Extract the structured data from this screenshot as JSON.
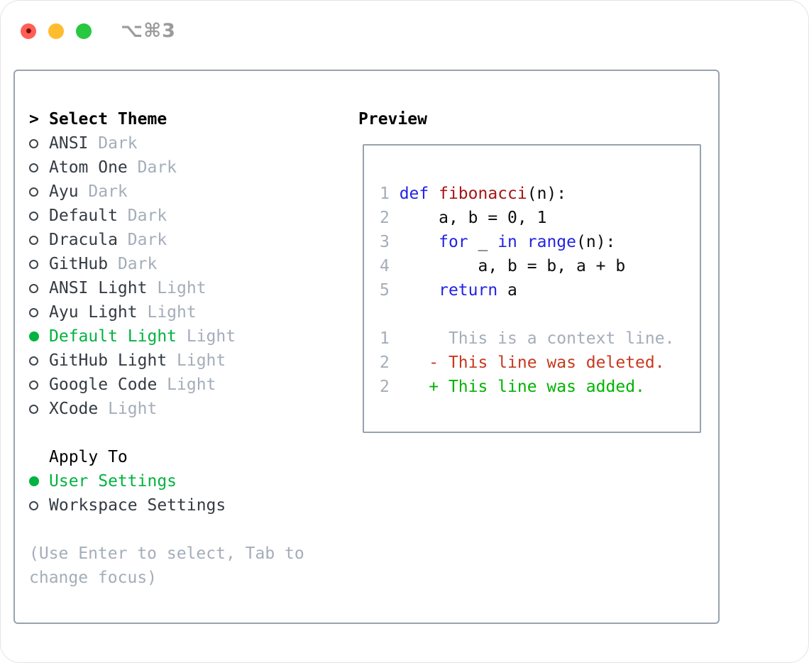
{
  "window": {
    "title": "⌥⌘3",
    "traffic_lights": [
      "close",
      "minimize",
      "zoom"
    ]
  },
  "colors": {
    "selected_green": "#00b341",
    "added_green": "#00b300",
    "deleted_red": "#c6391f",
    "function_maroon": "#a81414",
    "keyword_blue": "#2323e6",
    "muted_gray": "#a4adb9",
    "panel_border_gray": "#99a2ae",
    "traffic_red": "#ff5f57",
    "traffic_yellow": "#febc2e",
    "traffic_green": "#28c840"
  },
  "picker": {
    "prompt": ">",
    "title": "Select Theme",
    "items": [
      {
        "label": "ANSI",
        "tag": "Dark",
        "selected": false
      },
      {
        "label": "Atom One",
        "tag": "Dark",
        "selected": false
      },
      {
        "label": "Ayu",
        "tag": "Dark",
        "selected": false
      },
      {
        "label": "Default",
        "tag": "Dark",
        "selected": false
      },
      {
        "label": "Dracula",
        "tag": "Dark",
        "selected": false
      },
      {
        "label": "GitHub",
        "tag": "Dark",
        "selected": false
      },
      {
        "label": "ANSI Light",
        "tag": "Light",
        "selected": false
      },
      {
        "label": "Ayu Light",
        "tag": "Light",
        "selected": false
      },
      {
        "label": "Default Light",
        "tag": "Light",
        "selected": true
      },
      {
        "label": "GitHub Light",
        "tag": "Light",
        "selected": false
      },
      {
        "label": "Google Code",
        "tag": "Light",
        "selected": false
      },
      {
        "label": "XCode",
        "tag": "Light",
        "selected": false
      }
    ],
    "apply_to": {
      "title": "Apply To",
      "options": [
        {
          "label": "User Settings",
          "selected": true
        },
        {
          "label": "Workspace Settings",
          "selected": false
        }
      ]
    },
    "hint": "(Use Enter to select, Tab to change focus)"
  },
  "preview": {
    "title": "Preview",
    "lines": [
      {
        "num": "1",
        "tokens": [
          [
            "def",
            "kw"
          ],
          [
            " ",
            "pl"
          ],
          [
            "fibonacci",
            "fn"
          ],
          [
            "(n):",
            "pl"
          ]
        ]
      },
      {
        "num": "2",
        "tokens": [
          [
            "    a, b = 0, 1",
            "pl"
          ]
        ]
      },
      {
        "num": "3",
        "tokens": [
          [
            "    ",
            "pl"
          ],
          [
            "for",
            "kw"
          ],
          [
            " _ ",
            "pl"
          ],
          [
            "in",
            "kw"
          ],
          [
            " ",
            "pl"
          ],
          [
            "range",
            "kw"
          ],
          [
            "(n):",
            "pl"
          ]
        ]
      },
      {
        "num": "4",
        "tokens": [
          [
            "        a, b = b, a + b",
            "pl"
          ]
        ]
      },
      {
        "num": "5",
        "tokens": [
          [
            "    ",
            "pl"
          ],
          [
            "return",
            "kw"
          ],
          [
            " a",
            "pl"
          ]
        ]
      },
      {
        "num": "",
        "tokens": []
      },
      {
        "num": "1",
        "tokens": [
          [
            "     This is a context line.",
            "ctx"
          ]
        ]
      },
      {
        "num": "2",
        "tokens": [
          [
            "   - This line was deleted.",
            "del"
          ]
        ]
      },
      {
        "num": "2",
        "tokens": [
          [
            "   + This line was added.",
            "add"
          ]
        ]
      }
    ]
  }
}
